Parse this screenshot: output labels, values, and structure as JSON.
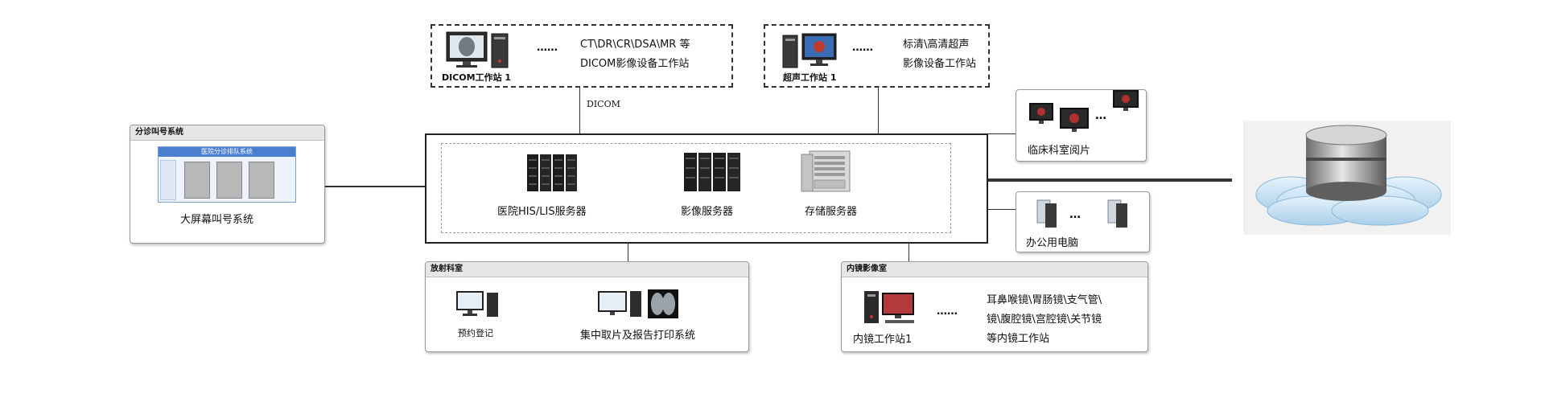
{
  "top": {
    "dicom_station": "DICOM工作站 1",
    "dicom_ellipsis": "……",
    "dicom_line1": "CT\\DR\\CR\\DSA\\MR 等",
    "dicom_line2": "DICOM影像设备工作站",
    "dicom_label": "DICOM",
    "ultrasound_station": "超声工作站 1",
    "ultrasound_ellipsis": "……",
    "ultrasound_line1": "标清\\高清超声",
    "ultrasound_line2": "影像设备工作站"
  },
  "left": {
    "panel_title": "分诊叫号系统",
    "screen_title": "医院分诊排队系统",
    "caption": "大屏幕叫号系统"
  },
  "center": {
    "server1": "医院HIS/LIS服务器",
    "server2": "影像服务器",
    "server3": "存储服务器"
  },
  "right": {
    "clinical": "临床科室阅片",
    "office": "办公用电脑",
    "dots": "…"
  },
  "bottom": {
    "radiology_title": "放射科室",
    "radiology_item1": "预约登记",
    "radiology_item2": "集中取片及报告打印系统",
    "endoscopy_title": "内镜影像室",
    "endoscopy_station": "内镜工作站1",
    "endoscopy_ellipsis": "……",
    "endoscopy_line1": "耳鼻喉镜\\胃肠镜\\支气管\\",
    "endoscopy_line2": "镜\\腹腔镜\\宫腔镜\\关节镜",
    "endoscopy_line3": "等内镜工作站"
  },
  "icons": {
    "workstation": "computer-monitor-icon",
    "server": "server-rack-icon",
    "storage": "storage-server-icon",
    "database": "database-cloud-icon"
  }
}
